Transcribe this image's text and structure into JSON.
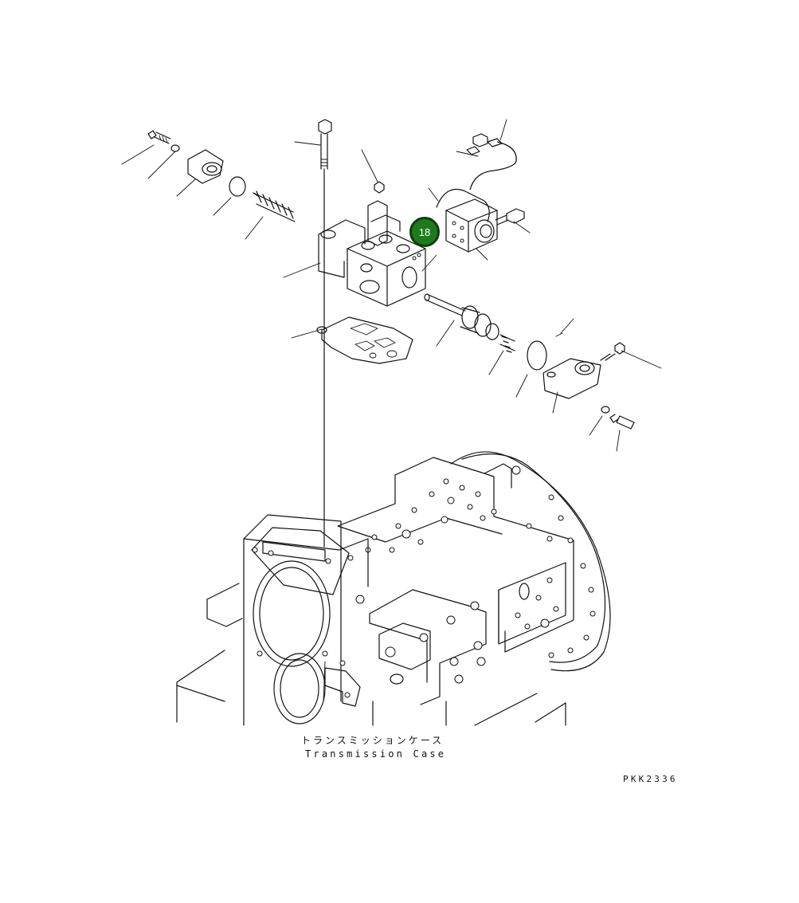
{
  "callout": {
    "number": "18",
    "color": "#1f7a1f",
    "ring_color": "#0b3f0b"
  },
  "captions": {
    "case_jp": "トランスミッションケース",
    "case_en": "Transmission Case"
  },
  "figure_code": "PKK2336"
}
